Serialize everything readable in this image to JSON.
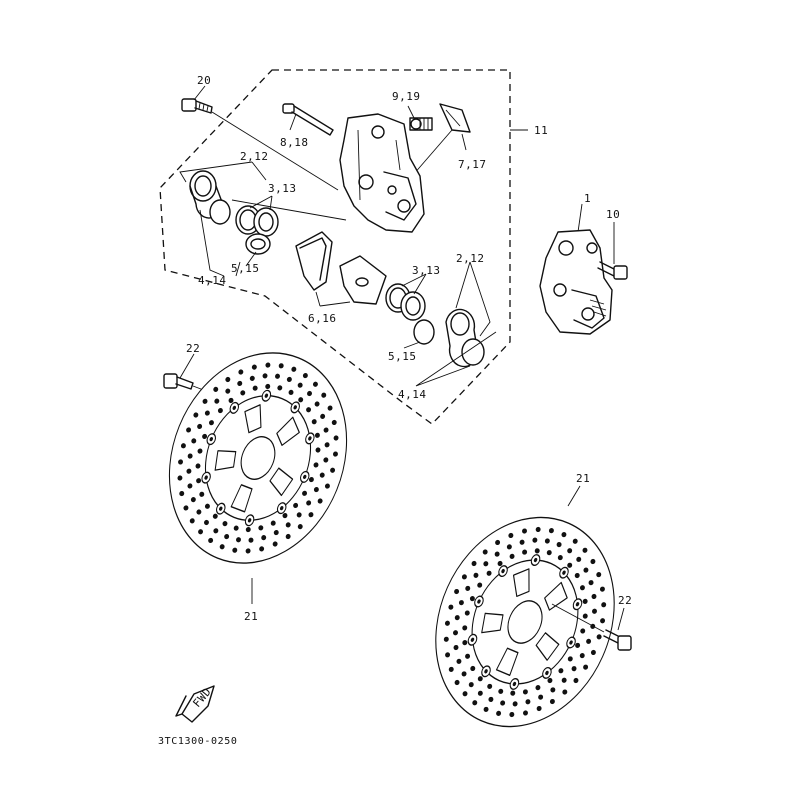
{
  "callouts": {
    "c20": "20",
    "c9_19": "9,19",
    "c8_18": "8,18",
    "c11": "11",
    "c2_12_top": "2,12",
    "c7_17": "7,17",
    "c3_13_top": "3,13",
    "c1": "1",
    "c10": "10",
    "c5_15_top": "5,15",
    "c4_14_top": "4,14",
    "c2_12_mid": "2,12",
    "c3_13_mid": "3,13",
    "c6_16": "6,16",
    "c5_15_mid": "5,15",
    "c4_14_mid": "4,14",
    "c22_left": "22",
    "c21_right": "21",
    "c22_right": "22",
    "c21_left": "21"
  },
  "fwd_mark": "FWD",
  "diagram_code": "3TC1300-0250",
  "colors": {
    "ink": "#111111",
    "paper": "#ffffff"
  }
}
